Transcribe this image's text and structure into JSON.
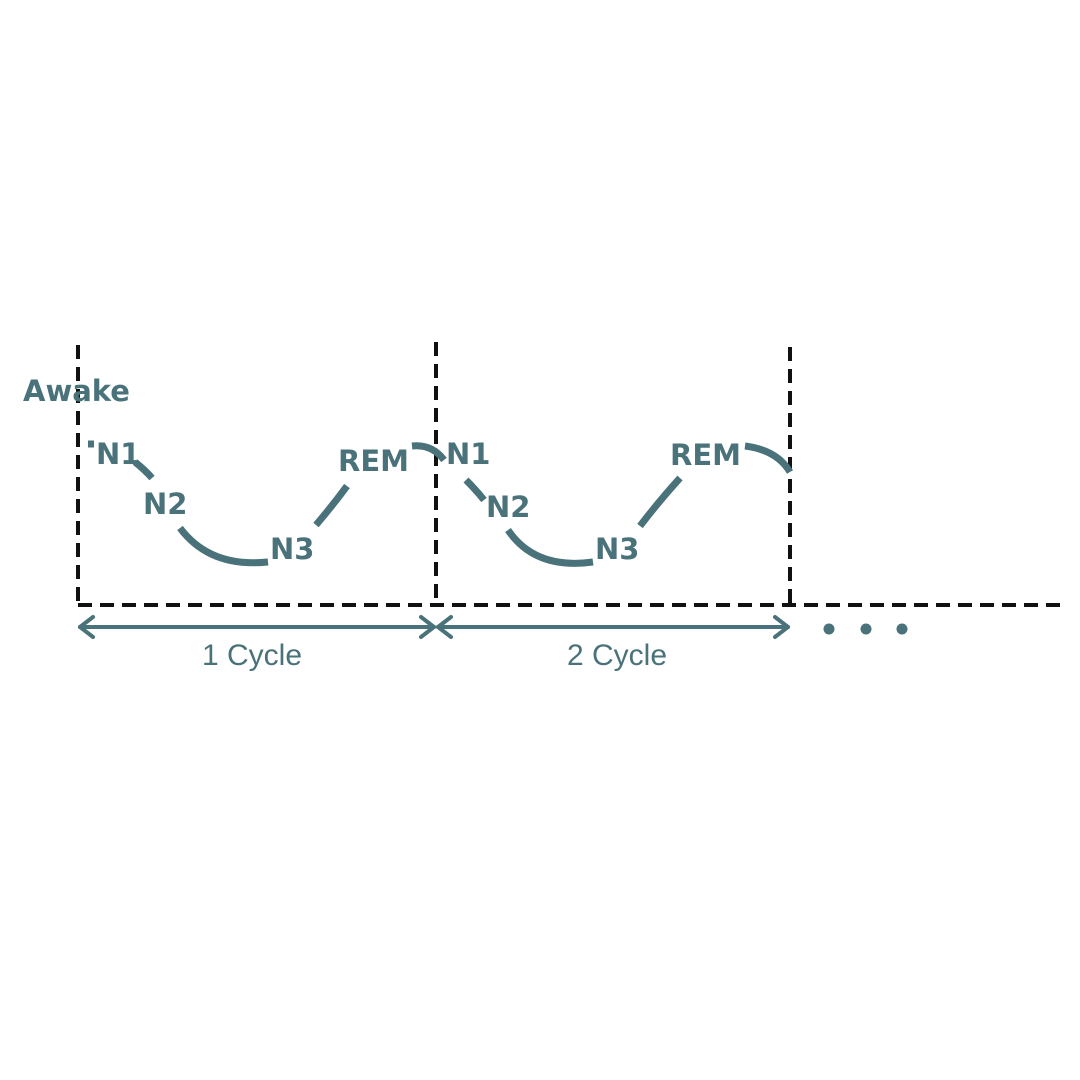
{
  "colors": {
    "accent": "#4a727a",
    "dashed_lines": "#111111",
    "background": "#ffffff"
  },
  "labels": {
    "awake": "Awake",
    "cycle1": {
      "n1": "N1",
      "n2": "N2",
      "n3": "N3",
      "rem": "REM"
    },
    "cycle2": {
      "n1": "N1",
      "n2": "N2",
      "n3": "N3",
      "rem": "REM"
    }
  },
  "cycles": [
    {
      "label": "1 Cycle"
    },
    {
      "label": "2 Cycle"
    }
  ],
  "continuation": "• • •"
}
